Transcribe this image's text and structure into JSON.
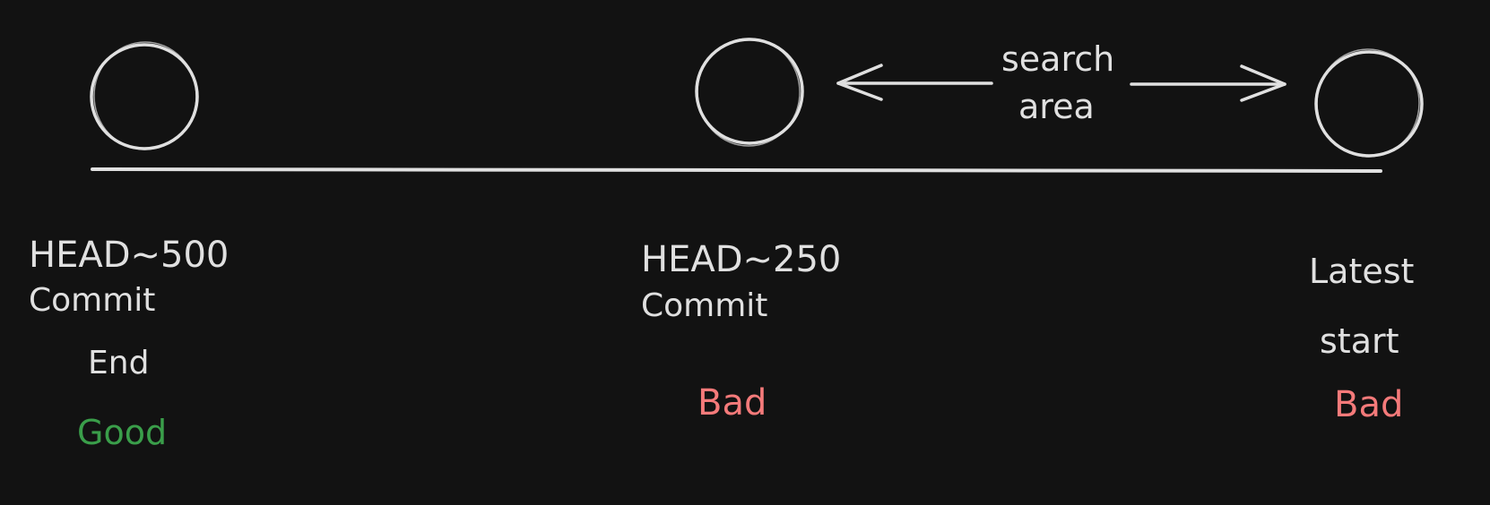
{
  "diagram": {
    "commits": [
      {
        "ref": "HEAD~500",
        "word": "Commit",
        "role": "End",
        "status": "Good"
      },
      {
        "ref": "HEAD~250",
        "word": "Commit",
        "status": "Bad"
      },
      {
        "ref": "Latest",
        "role": "start",
        "status": "Bad"
      }
    ],
    "search_label_line1": "search",
    "search_label_line2": "area",
    "colors": {
      "background": "#121212",
      "stroke": "#e0e0e0",
      "good": "#3a9e4a",
      "bad": "#f57a7a"
    }
  }
}
